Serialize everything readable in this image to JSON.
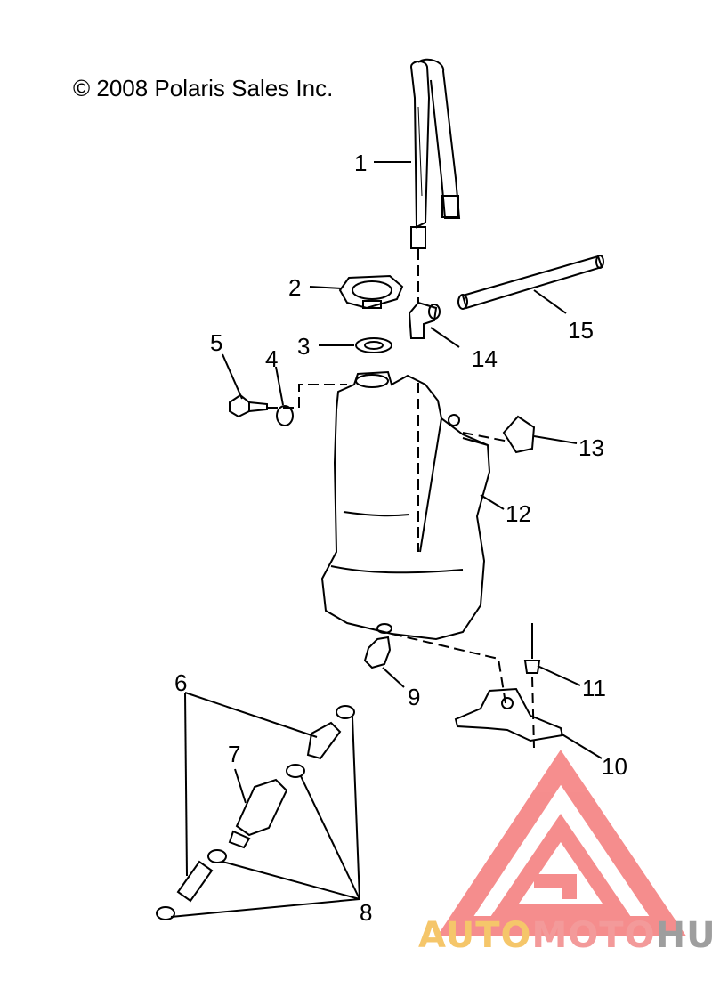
{
  "copyright": "© 2008 Polaris Sales Inc.",
  "callouts": [
    "1",
    "2",
    "3",
    "4",
    "5",
    "6",
    "7",
    "8",
    "9",
    "10",
    "11",
    "12",
    "13",
    "14",
    "15"
  ],
  "watermark": {
    "part1": "AUTO",
    "part2": "MOTO",
    "part3": "HUB",
    "color1": "#f5c66a",
    "color2": "#f39a9a",
    "color3": "#9e9e9e",
    "logo_color": "#f47a7a"
  }
}
